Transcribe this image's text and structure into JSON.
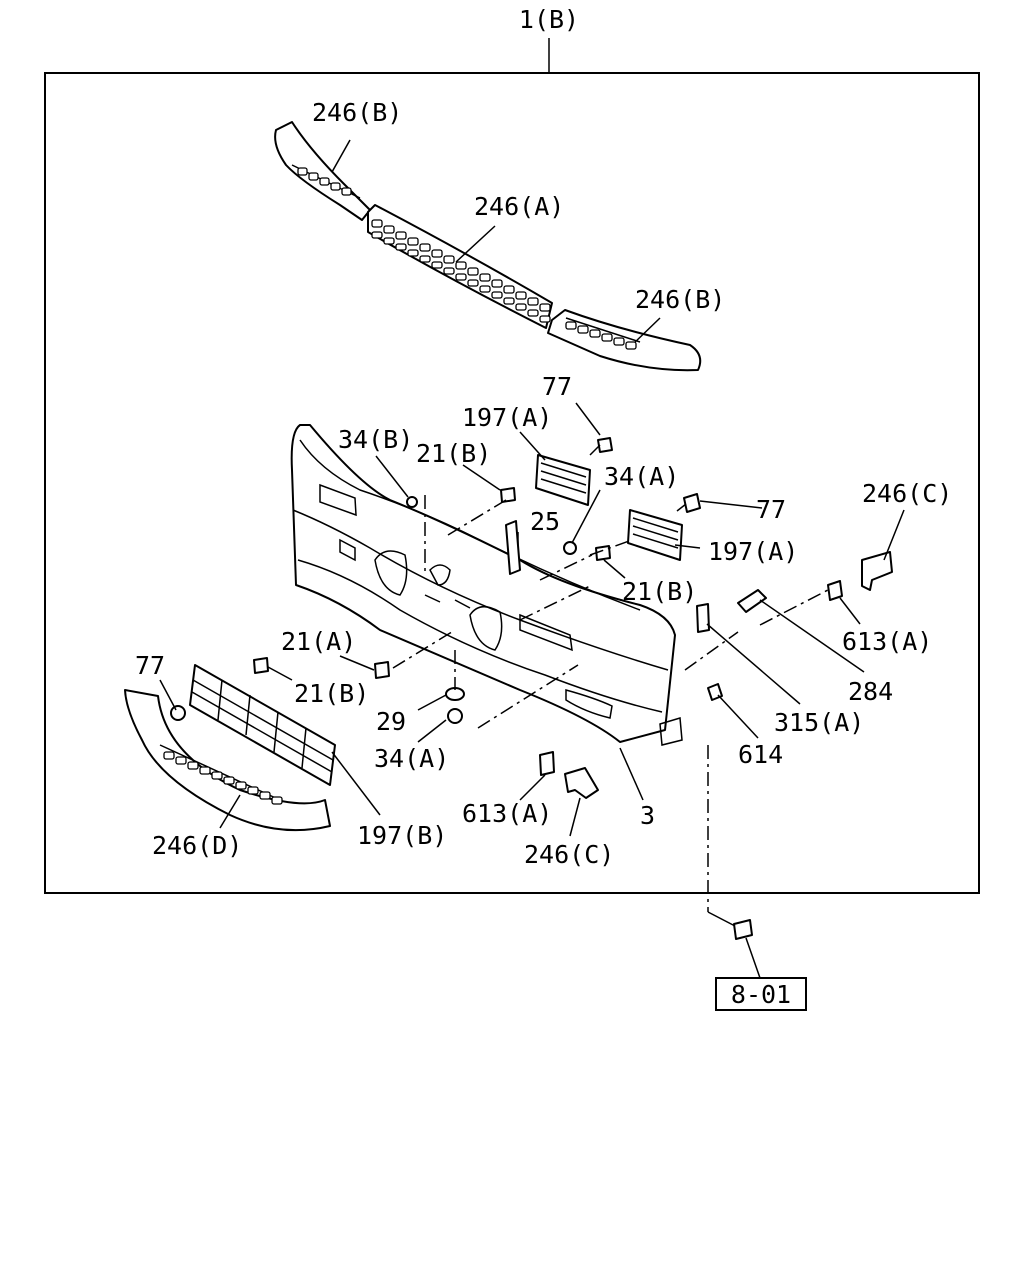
{
  "diagram": {
    "assembly_label": "1(B)",
    "reference_box": "8-01",
    "callouts": {
      "c_246b_top": "246(B)",
      "c_246a": "246(A)",
      "c_246b_right": "246(B)",
      "c_77_top": "77",
      "c_197a_top": "197(A)",
      "c_34b": "34(B)",
      "c_21b_top": "21(B)",
      "c_34a_top": "34(A)",
      "c_77_right": "77",
      "c_25": "25",
      "c_197a_right": "197(A)",
      "c_21b_right": "21(B)",
      "c_246c_right": "246(C)",
      "c_613a_right": "613(A)",
      "c_284": "284",
      "c_315a": "315(A)",
      "c_614": "614",
      "c_21a": "21(A)",
      "c_21b_left": "21(B)",
      "c_77_left": "77",
      "c_29": "29",
      "c_34a_bottom": "34(A)",
      "c_3": "3",
      "c_613a_bottom": "613(A)",
      "c_246c_bottom": "246(C)",
      "c_197b": "197(B)",
      "c_246d": "246(D)"
    }
  }
}
